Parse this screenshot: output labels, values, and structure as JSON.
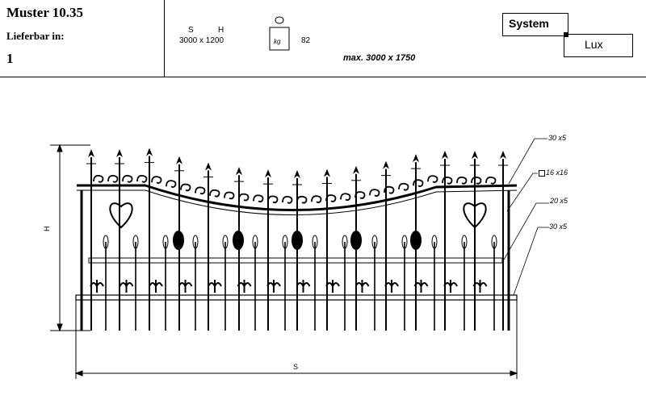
{
  "header": {
    "model_title": "Muster 10.35",
    "availability_label": "Lieferbar in:",
    "availability_value": "1",
    "s_label": "S",
    "h_label": "H",
    "dimensions": "3000 x 1200",
    "weight_unit": "kg",
    "weight_value": "82",
    "max_size": "max. 3000 x 1750",
    "system_label": "System",
    "lux_label": "Lux"
  },
  "drawing": {
    "annotations": [
      "30 x5",
      "16 x16",
      "20 x5",
      "30 x5"
    ],
    "dim_s": "S",
    "dim_h": "H"
  }
}
